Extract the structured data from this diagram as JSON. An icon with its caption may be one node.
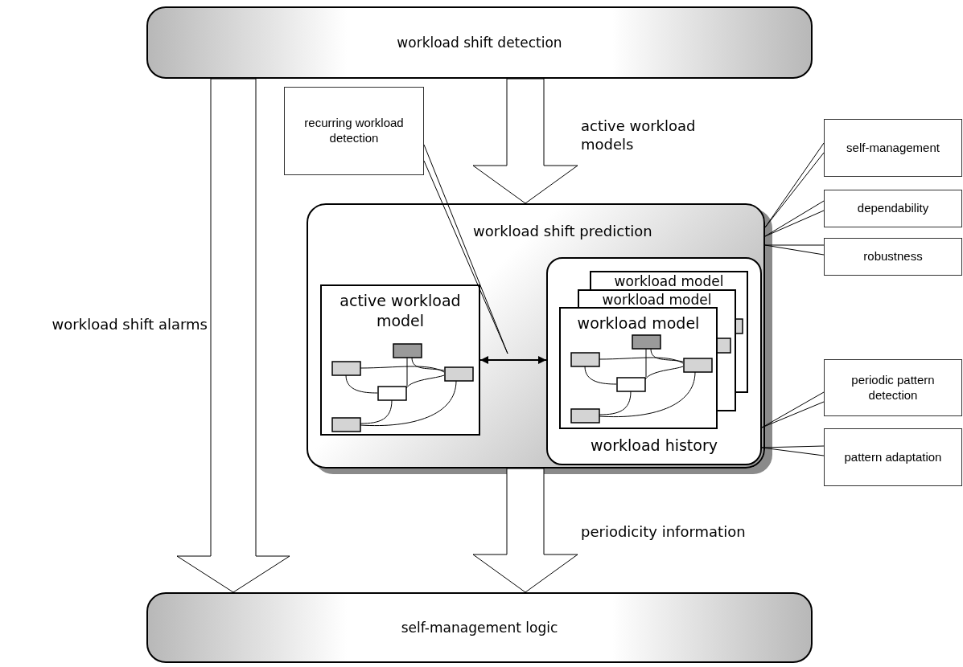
{
  "diagram": {
    "nodes": [
      {
        "text": [
          "workload shift detection"
        ]
      },
      {
        "text": [
          "recurring workload detection"
        ]
      },
      {
        "text": [
          "self-management"
        ]
      },
      {
        "text": [
          "workload shift prediction"
        ]
      },
      {
        "text": [
          "dependability"
        ]
      },
      {
        "text": [
          "robustness"
        ]
      },
      {
        "text": [
          "active workload model"
        ],
        "in": 3
      },
      {
        "text": [
          "workload history"
        ],
        "in": 3
      },
      {
        "text": [
          "workload model"
        ],
        "in": 7
      },
      {
        "text": [
          "workload model"
        ],
        "in": 7
      },
      {
        "text": [
          "workload model"
        ],
        "in": 7
      },
      {
        "text": [
          "periodic pattern detection"
        ]
      },
      {
        "text": [
          "pattern adaptation"
        ]
      },
      {
        "text": [
          "self-management logic"
        ]
      }
    ],
    "edges": [
      {
        "from": 0,
        "to": 13,
        "arrow": "to",
        "style": "thick",
        "label": "workload shift alarms"
      },
      {
        "from": 0,
        "to": 3,
        "arrow": "to",
        "style": "thick",
        "label": "active workload models"
      },
      {
        "from": 1,
        "to": null,
        "arrow": "none"
      },
      {
        "from": 2,
        "to": 3,
        "arrow": "none"
      },
      {
        "from": 4,
        "to": 3,
        "arrow": "none"
      },
      {
        "from": 5,
        "to": 3,
        "arrow": "none"
      },
      {
        "from": 6,
        "to": 7,
        "arrow": "both"
      },
      {
        "from": 11,
        "to": 7,
        "arrow": "none"
      },
      {
        "from": 12,
        "to": 7,
        "arrow": "none"
      },
      {
        "from": 3,
        "to": 13,
        "arrow": "to",
        "style": "thick",
        "label": "periodicity information"
      }
    ]
  }
}
